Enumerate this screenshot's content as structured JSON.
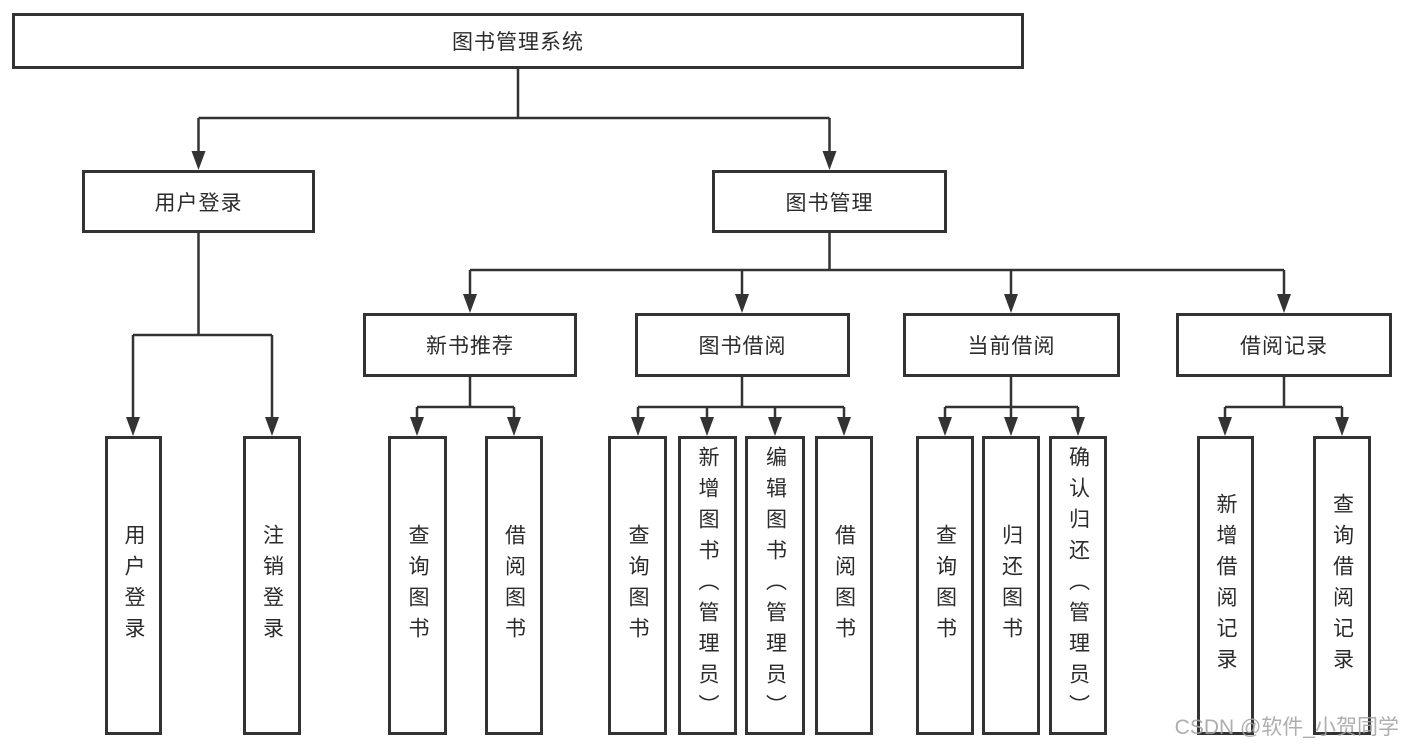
{
  "diagram": {
    "root": {
      "label": "图书管理系统"
    },
    "level2": [
      {
        "id": "user-login",
        "label": "用户登录",
        "parent": "图书管理系统"
      },
      {
        "id": "book-management",
        "label": "图书管理",
        "parent": "图书管理系统"
      }
    ],
    "level3": [
      {
        "id": "new-book-recommend",
        "label": "新书推荐",
        "parent": "图书管理"
      },
      {
        "id": "book-borrow",
        "label": "图书借阅",
        "parent": "图书管理"
      },
      {
        "id": "current-borrow",
        "label": "当前借阅",
        "parent": "图书管理"
      },
      {
        "id": "borrow-record",
        "label": "借阅记录",
        "parent": "图书管理"
      }
    ],
    "leaves": [
      {
        "label": "用户登录",
        "parent": "用户登录"
      },
      {
        "label": "注销登录",
        "parent": "用户登录"
      },
      {
        "label": "查询图书",
        "parent": "新书推荐"
      },
      {
        "label": "借阅图书",
        "parent": "新书推荐"
      },
      {
        "label": "查询图书",
        "parent": "图书借阅"
      },
      {
        "label": "新增图书（管理员）",
        "parent": "图书借阅"
      },
      {
        "label": "编辑图书（管理员）",
        "parent": "图书借阅"
      },
      {
        "label": "借阅图书",
        "parent": "图书借阅"
      },
      {
        "label": "查询图书",
        "parent": "当前借阅"
      },
      {
        "label": "归还图书",
        "parent": "当前借阅"
      },
      {
        "label": "确认归还（管理员）",
        "parent": "当前借阅"
      },
      {
        "label": "新增借阅记录",
        "parent": "借阅记录"
      },
      {
        "label": "查询借阅记录",
        "parent": "借阅记录"
      }
    ]
  },
  "watermark": {
    "text": "CSDN @软件_小贺同学"
  },
  "colors": {
    "line": "#333333",
    "box_border": "#333333",
    "text": "#2b2b2b",
    "background": "#ffffff",
    "watermark": "#a6a6a6"
  }
}
